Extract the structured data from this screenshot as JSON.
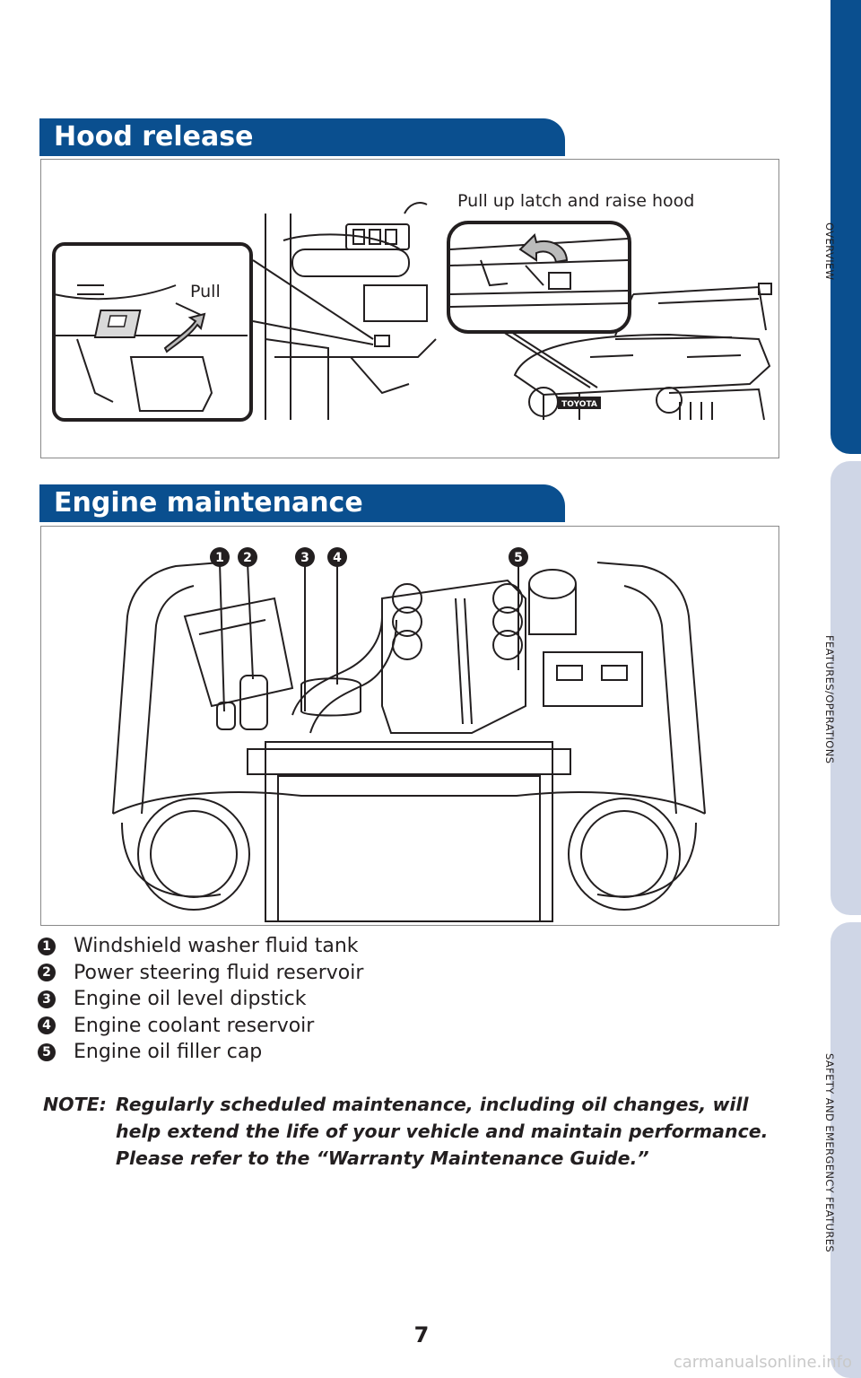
{
  "hood": {
    "title": "Hood release",
    "pull_label": "Pull",
    "raise_label": "Pull up latch and raise hood",
    "brand_badge": "TOYOTA"
  },
  "engine": {
    "title": "Engine maintenance",
    "callouts": [
      "1",
      "2",
      "3",
      "4",
      "5"
    ],
    "legend": [
      {
        "num": "1",
        "text": "Windshield washer fluid tank"
      },
      {
        "num": "2",
        "text": "Power steering fluid reservoir"
      },
      {
        "num": "3",
        "text": "Engine oil level dipstick"
      },
      {
        "num": "4",
        "text": "Engine coolant reservoir"
      },
      {
        "num": "5",
        "text": "Engine oil filler cap"
      }
    ]
  },
  "note": {
    "label": "NOTE:",
    "text": "Regularly scheduled maintenance, including oil changes, will help extend the life of your vehicle and maintain performance. Please refer to the “Warranty Maintenance Guide.”"
  },
  "side_tabs": [
    {
      "label": "OVERVIEW",
      "color": "#0a4f8f",
      "text_color": "#231f20"
    },
    {
      "label": "FEATURES/OPERATIONS",
      "color": "#cfd6e6",
      "text_color": "#231f20"
    },
    {
      "label": "SAFETY AND EMERGENCY FEATURES",
      "color": "#cfd6e6",
      "text_color": "#231f20"
    }
  ],
  "page_number": "7",
  "watermark": "carmanualsonline.info"
}
